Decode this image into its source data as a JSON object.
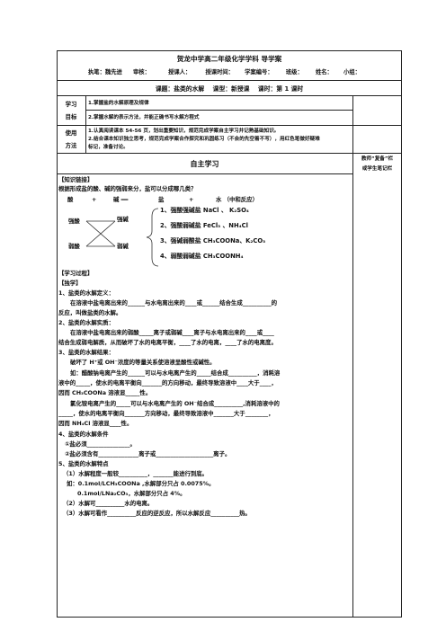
{
  "header": {
    "title": "贺龙中学高二年级化学学科  导学案",
    "meta": [
      "执笔：魏先进",
      "审核：",
      "授课人：",
      "授课时间：",
      "学案编号：",
      "班级：",
      "姓名：",
      "小组："
    ],
    "topic": "课题：盐类的水解    课型：新授课    课时：第 1 课时"
  },
  "objectives": {
    "label_1": "学习",
    "label_2": "目标",
    "items": [
      "1.掌握盐的水解原理及规律",
      "2.掌握水解的表示方法，并能正确书写水解方程式"
    ]
  },
  "method": {
    "label_1": "使用",
    "label_2": "方法",
    "lines": [
      "1.认真阅读课本 54-56 页，划出重要知识，规范完成学案自主学习并记熟基础知识。",
      "2.结合课本知识独立思考，规范完成学案合作探究和巩固练习（不会的先空着不写），用红色笔做好疑难",
      "标记，准备讨论。"
    ]
  },
  "section": {
    "self_study": "自主学习",
    "side_note_1": "教师“复备”栏",
    "side_note_2": "或学生笔记栏"
  },
  "knowledge_link": {
    "heading": "【知识链接】",
    "question": "根据形成盐的酸、碱的强弱来分，盐可以分成哪几类？",
    "equation": [
      "酸",
      "+",
      "碱 ══",
      "盐",
      "+",
      "水 （中和反应）"
    ],
    "left_labels": [
      "强酸",
      "弱酸",
      "强碱",
      "弱碱"
    ],
    "categories": [
      "1、强酸强碱盐 NaCl 、 K₂SO₄",
      "2、强酸弱碱盐 FeCl₃ 、NH₄Cl",
      "3、强碱弱酸盐 CH₃COONa、K₂CO₃",
      "4、弱酸弱碱盐 CH₃COONH₄"
    ]
  },
  "process": {
    "heading": "【学习过程】",
    "guide": "【独学】",
    "s1_title": "1、盐类的水解定义：",
    "s1_l1": "在溶液中盐电离出来的______与水电离出来的____或______结合生成__________的",
    "s1_l2": "反应，叫做盐类的水解。",
    "s2_title": "2、盐类的水解实质：",
    "s2_l1": "在溶液中盐电离出来的弱酸_____离子或弱碱____离子与水电离出来的____或____",
    "s2_l2": "结合生成弱电解质，从而破坏了水的电离平衡，____了水的电离，____了水的电离度。",
    "s3_title": "3、盐类的水解结果：",
    "s3_l1": "破坏了 H⁺或 OH⁻浓度的等量关系使溶液呈酸性或碱性。",
    "s3_l2": "如：醋酸钠电离产生的______可以与水电离产生的_____结合成__________，消耗溶",
    "s3_l3": "液中的_____，使水的电离平衡向_______的方向移动，最终导致溶液中____大于____，",
    "s3_l4": "因而 CH₃COONa 溶液显_____性。",
    "s3_l5": "氯化铵电离产生的_____可以与水电离产生的 OH⁻结合成__________,消耗溶液中的",
    "s3_l6": "_____，使水的电离平衡向_______方向移动，最终导致溶液中_______大于________，",
    "s3_l7": "因而 NH₄Cl 溶液显____性。",
    "s4_title": "4、盐类的水解条件",
    "s4_l1": "①盐必须_______________。",
    "s4_l2": "②盐必须含有______________离子或____________________离子。",
    "s5_title": "5、盐类的水解特点",
    "s5_l1": "（1）水解程度一般较__________，_______能进行到底。",
    "s5_l2": "如：0.1mol/LCH₃COONa ,水解部分只占 0.0075%。",
    "s5_l3": "0.1mol/LNa₂CO₃，水解部分只占 4%。",
    "s5_l4": "（2）水解可__________水的电离。",
    "s5_l5": "（3）水解可看作__________反应的逆反应，所以水解反应__________热。"
  }
}
